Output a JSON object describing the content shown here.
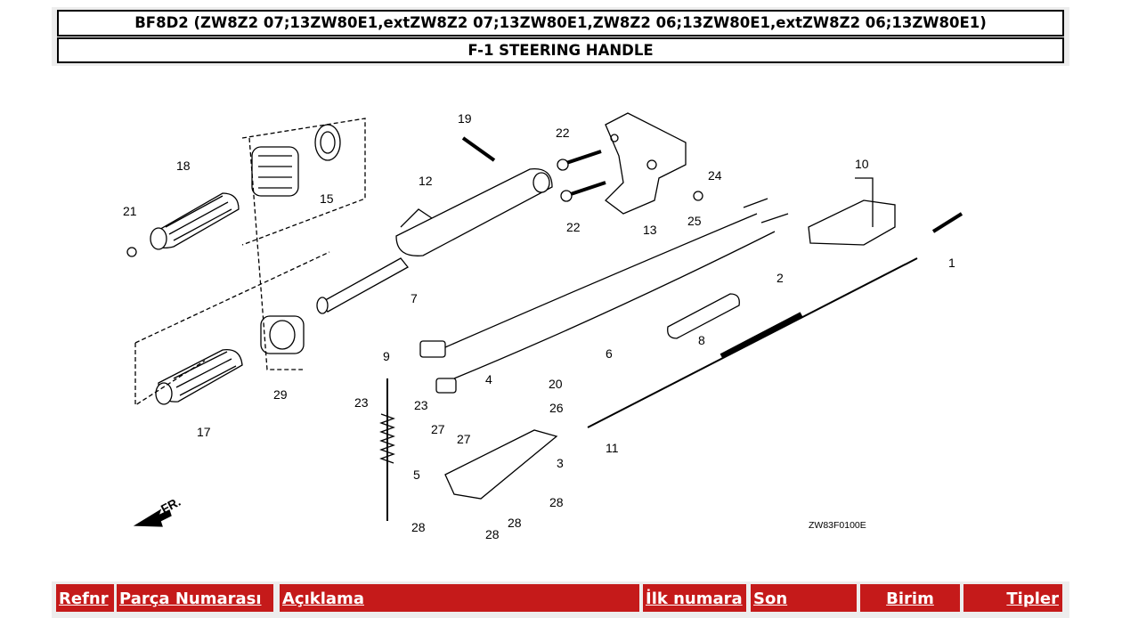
{
  "header": {
    "model_line": "BF8D2 (ZW8Z2 07;13ZW80E1,extZW8Z2 07;13ZW80E1,ZW8Z2 06;13ZW80E1,extZW8Z2 06;13ZW80E1)",
    "section_title": "F-1 STEERING HANDLE"
  },
  "diagram": {
    "code": "ZW83F0100E",
    "fr_label": "FR.",
    "part_labels": [
      "1",
      "2",
      "3",
      "4",
      "5",
      "6",
      "7",
      "8",
      "9",
      "10",
      "11",
      "12",
      "13",
      "15",
      "17",
      "18",
      "19",
      "20",
      "21",
      "22",
      "22",
      "23",
      "23",
      "24",
      "25",
      "26",
      "27",
      "27",
      "28",
      "28",
      "28",
      "28",
      "29"
    ]
  },
  "table": {
    "columns": [
      "Refnr",
      "Parça Numarası",
      "Açıklama",
      "İlk numara",
      "Son",
      "Birim",
      "Tipler"
    ],
    "header_color": "#c51a1a"
  }
}
